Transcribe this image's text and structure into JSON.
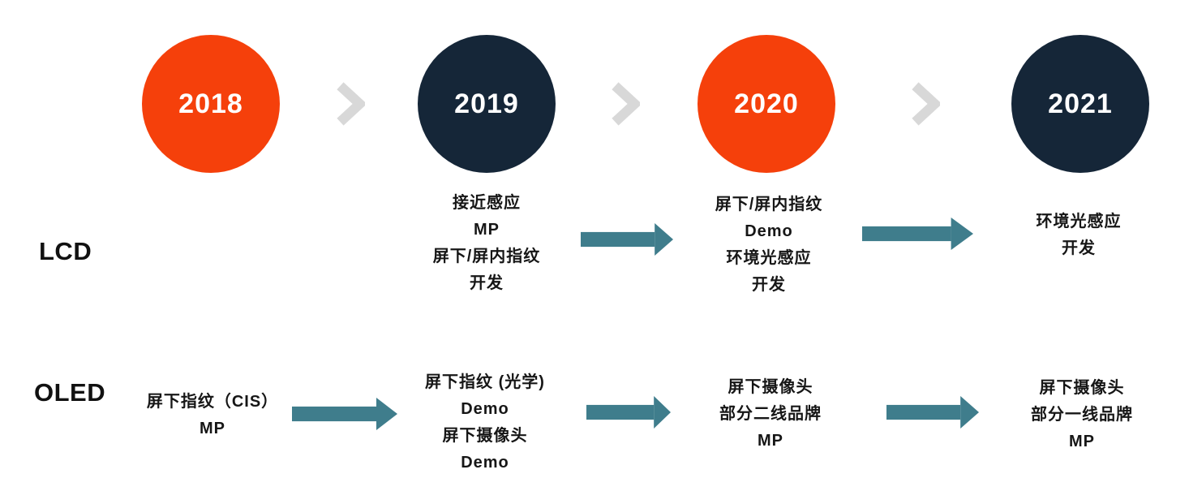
{
  "colors": {
    "orange": "#F5400B",
    "navy": "#152638",
    "teal": "#3F7D8C",
    "chevron_gray": "#D8D8D8",
    "text": "#161616"
  },
  "icons": {
    "year_separator": "chevron-right-icon",
    "flow": "arrow-right-icon"
  },
  "timeline": {
    "years": [
      {
        "label": "2018",
        "fill": "#F5400B"
      },
      {
        "label": "2019",
        "fill": "#152638"
      },
      {
        "label": "2020",
        "fill": "#F5400B"
      },
      {
        "label": "2021",
        "fill": "#152638"
      }
    ]
  },
  "rows": [
    {
      "label": "LCD",
      "cells": [
        {
          "year": "2018",
          "lines": []
        },
        {
          "year": "2019",
          "lines": [
            "接近感应",
            "MP",
            "屏下/屏内指纹",
            "开发"
          ]
        },
        {
          "year": "2020",
          "lines": [
            "屏下/屏内指纹",
            "Demo",
            "环境光感应",
            "开发"
          ]
        },
        {
          "year": "2021",
          "lines": [
            "环境光感应",
            "开发"
          ]
        }
      ]
    },
    {
      "label": "OLED",
      "cells": [
        {
          "year": "2018",
          "lines": [
            "屏下指纹（CIS）",
            "MP"
          ]
        },
        {
          "year": "2019",
          "lines": [
            "屏下指纹 (光学)",
            "Demo",
            "屏下摄像头",
            "Demo"
          ]
        },
        {
          "year": "2020",
          "lines": [
            "屏下摄像头",
            "部分二线品牌",
            "MP"
          ]
        },
        {
          "year": "2021",
          "lines": [
            "屏下摄像头",
            "部分一线品牌",
            "MP"
          ]
        }
      ]
    }
  ]
}
